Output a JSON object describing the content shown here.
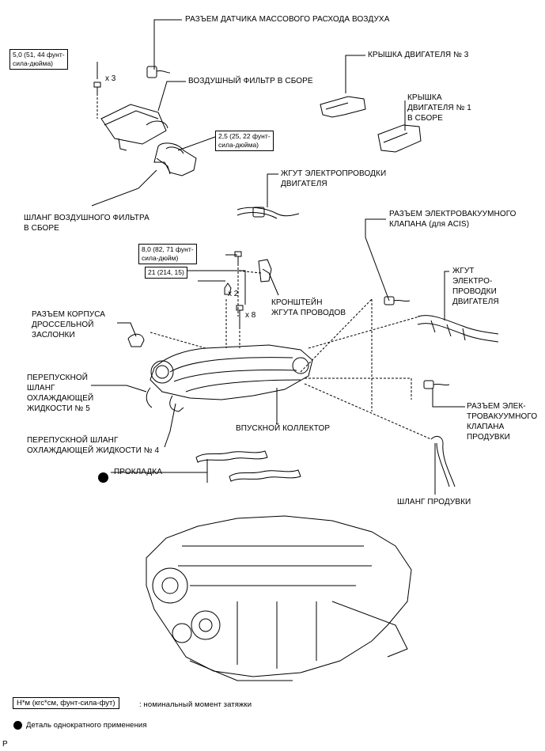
{
  "labels": {
    "maf_connector": "РАЗЪЕМ ДАТЧИКА МАССОВОГО РАСХОДА ВОЗДУХА",
    "engine_cover_3": "КРЫШКА ДВИГАТЕЛЯ № 3",
    "engine_cover_1": "КРЫШКА\nДВИГАТЕЛЯ № 1\nВ СБОРЕ",
    "air_filter": "ВОЗДУШНЫЙ ФИЛЬТР В СБОРЕ",
    "air_hose": "ШЛАНГ ВОЗДУШНОГО ФИЛЬТРА\nВ СБОРЕ",
    "wire_harness_engine": "ЖГУТ ЭЛЕКТРОПРОВОДКИ\nДВИГАТЕЛЯ",
    "vsv_acis": "РАЗЪЕМ ЭЛЕКТРОВАКУУМНОГО\nКЛАПАНА (для ACIS)",
    "wire_harness_right": "ЖГУТ\nЭЛЕКТРО-\nПРОВОДКИ\nДВИГАТЕЛЯ",
    "harness_bracket": "КРОНШТЕЙН\nЖГУТА ПРОВОДОВ",
    "throttle_connector": "РАЗЪЕМ КОРПУСА\nДРОССЕЛЬНОЙ\nЗАСЛОНКИ",
    "bypass_hose_5": "ПЕРЕПУСКНОЙ\nШЛАНГ\nОХЛАЖДАЮЩЕЙ\nЖИДКОСТИ № 5",
    "bypass_hose_4": "ПЕРЕПУСКНОЙ ШЛАНГ\nОХЛАЖДАЮЩЕЙ ЖИДКОСТИ № 4",
    "intake_manifold": "ВПУСКНОЙ КОЛЛЕКТОР",
    "gasket": "ПРОКЛАДКА",
    "vsv_purge": "РАЗЪЕМ ЭЛЕК-\nТРОВАКУУМНОГО\nКЛАПАНА\nПРОДУВКИ",
    "purge_hose": "ШЛАНГ ПРОДУВКИ"
  },
  "torques": {
    "t1": "5,0 (51, 44 фунт-\nсила-дюйма)",
    "t2": "2,5 (25, 22 фунт-\nсила-дюйма)",
    "t3": "8,0 (82, 71 фунт-\nсила-дюйм)",
    "t4": "21 (214, 15)"
  },
  "quantities": {
    "q1": "x 3",
    "q2": "x 2",
    "q3": "x 8"
  },
  "legend": {
    "torque_box": "Н*м (кгс*см, фунт-сила-фут)",
    "torque_desc": ": номинальный момент затяжки",
    "single_use": "Деталь однократного применения"
  },
  "corner_mark": "P"
}
